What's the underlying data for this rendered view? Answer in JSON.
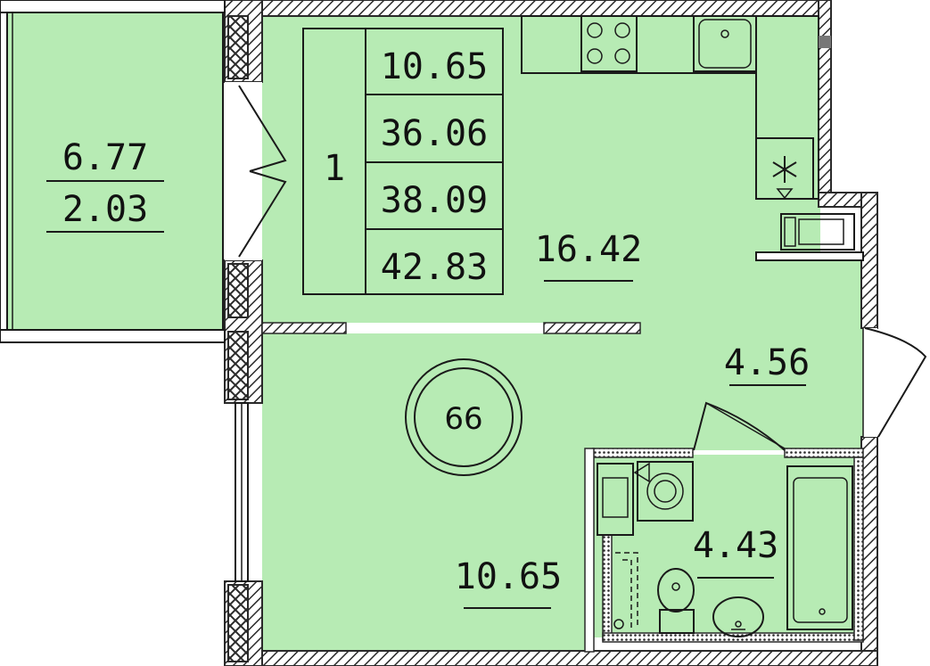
{
  "plan": {
    "colors": {
      "room_fill": "#b7ebb4",
      "wall": "#2a2a2a",
      "line": "#1a1a1a",
      "background": "#ffffff"
    },
    "summary_table": {
      "rooms_count": "1",
      "values": [
        "10.65",
        "36.06",
        "38.09",
        "42.83"
      ]
    },
    "balcony": {
      "area_top": "6.77",
      "area_bottom": "2.03"
    },
    "kitchen": {
      "area": "16.42"
    },
    "hall": {
      "area": "4.56"
    },
    "living_room": {
      "area": "10.65"
    },
    "bathroom": {
      "area": "4.43"
    },
    "unit_badge": {
      "number": "66"
    },
    "icons": [
      "stove-icon",
      "kitchen-sink-icon",
      "ventilation-icon",
      "radiator-icon",
      "washing-machine-icon",
      "toilet-icon",
      "washbasin-icon",
      "bathtub-icon",
      "door-swing-icon"
    ]
  }
}
